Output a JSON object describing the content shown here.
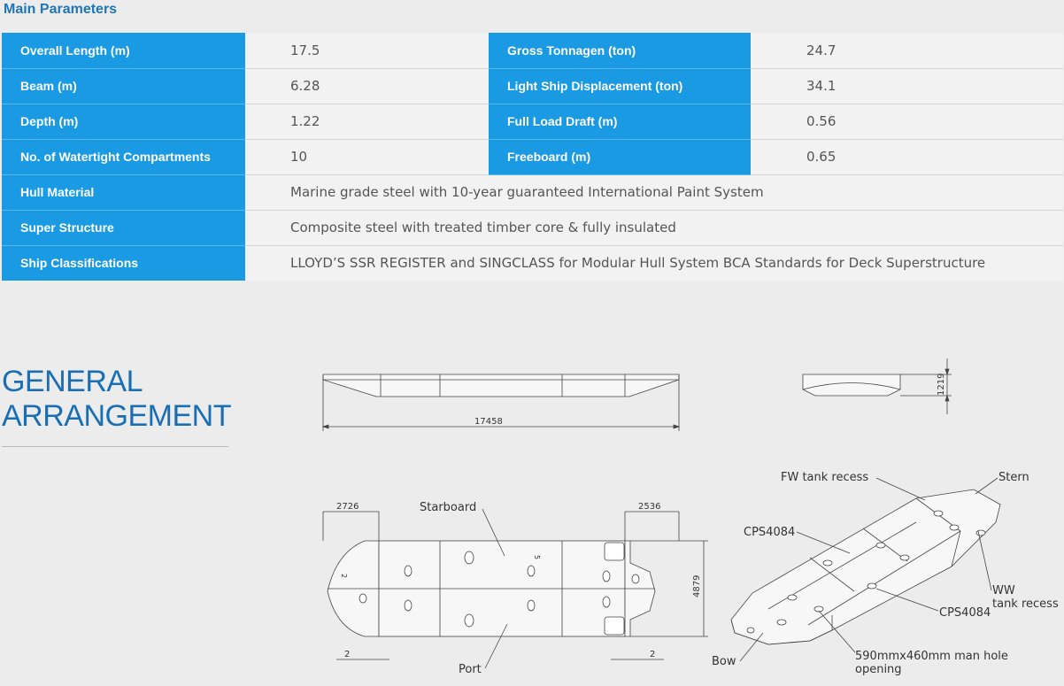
{
  "main_parameters": {
    "title": "Main Parameters",
    "paired_rows": [
      {
        "label1": "Overall Length (m)",
        "value1": "17.5",
        "label2": "Gross Tonnagen (ton)",
        "value2": "24.7"
      },
      {
        "label1": "Beam (m)",
        "value1": "6.28",
        "label2": "Light Ship Displacement (ton)",
        "value2": "34.1"
      },
      {
        "label1": "Depth (m)",
        "value1": "1.22",
        "label2": "Full Load Draft (m)",
        "value2": "0.56"
      },
      {
        "label1": "No. of Watertight Compartments",
        "value1": "10",
        "label2": "Freeboard (m)",
        "value2": "0.65"
      }
    ],
    "full_rows": [
      {
        "label": "Hull Material",
        "value": "Marine grade steel with 10-year guaranteed International Paint System"
      },
      {
        "label": "Super Structure",
        "value": "Composite steel with treated timber core & fully insulated"
      },
      {
        "label": "Ship Classifications",
        "value": "LLOYD’S SSR REGISTER and SINGCLASS for Modular Hull System BCA Standards for Deck Superstructure"
      }
    ]
  },
  "general_arrangement": {
    "title_line1": "GENERAL",
    "title_line2": "ARRANGEMENT",
    "drawing": {
      "dim_length": "17458",
      "dim_depth": "1219",
      "dim_bow": "2726",
      "dim_stern": "2536",
      "dim_beam": "4879",
      "dim_small_left": "2",
      "dim_small_right": "2",
      "dim_small_vert1": "2",
      "dim_small_vert2": "5",
      "label_starboard": "Starboard",
      "label_port": "Port",
      "label_fw": "FW tank recess",
      "label_stern": "Stern",
      "label_cps1": "CPS4084",
      "label_cps2": "CPS4084",
      "label_ww1": "WW",
      "label_ww2": "tank recess",
      "label_bow": "Bow",
      "label_hole1": "590mmx460mm man hole",
      "label_hole2": "opening"
    }
  }
}
